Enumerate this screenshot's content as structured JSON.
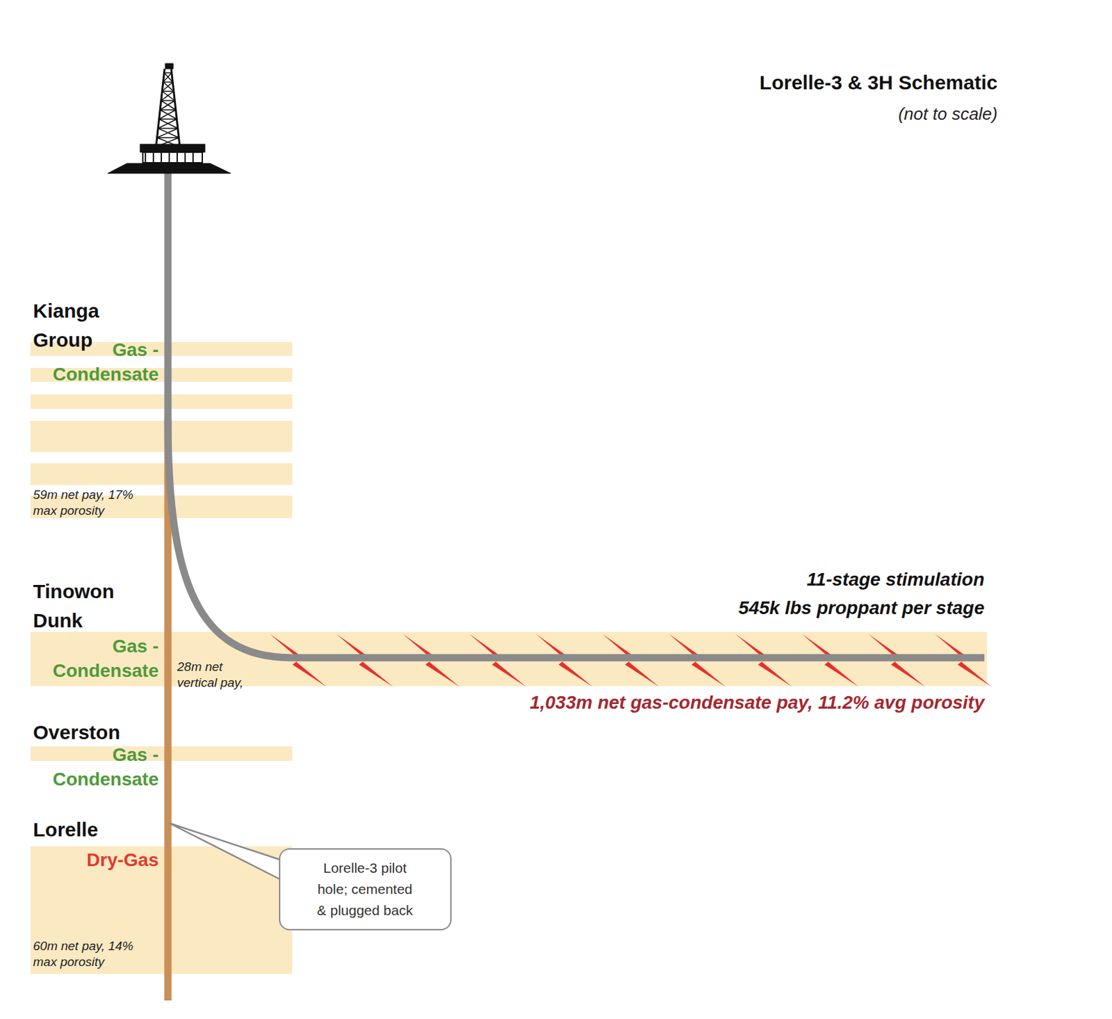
{
  "diagram": {
    "title": "Lorelle-3 & 3H Schematic",
    "nodes": [
      {
        "text": [
          "Kianga Group",
          "Gas - Condensate",
          "59m net pay, 17% max porosity"
        ]
      },
      {
        "text": [
          "Tinowon Dunk",
          "Gas - Condensate",
          "28m net vertical pay,"
        ]
      },
      {
        "text": [
          "Overston",
          "Gas - Condensate"
        ]
      },
      {
        "text": [
          "Lorelle",
          "Dry-Gas",
          "60m net pay, 14% max porosity"
        ]
      },
      {
        "text": [
          "Lorelle-3 pilot hole; cemented & plugged back"
        ]
      }
    ],
    "labels": [
      "(not to scale)",
      "11-stage stimulation",
      "545k lbs proppant per stage",
      "1,033m net gas-condensate pay, 11.2% avg porosity"
    ]
  }
}
